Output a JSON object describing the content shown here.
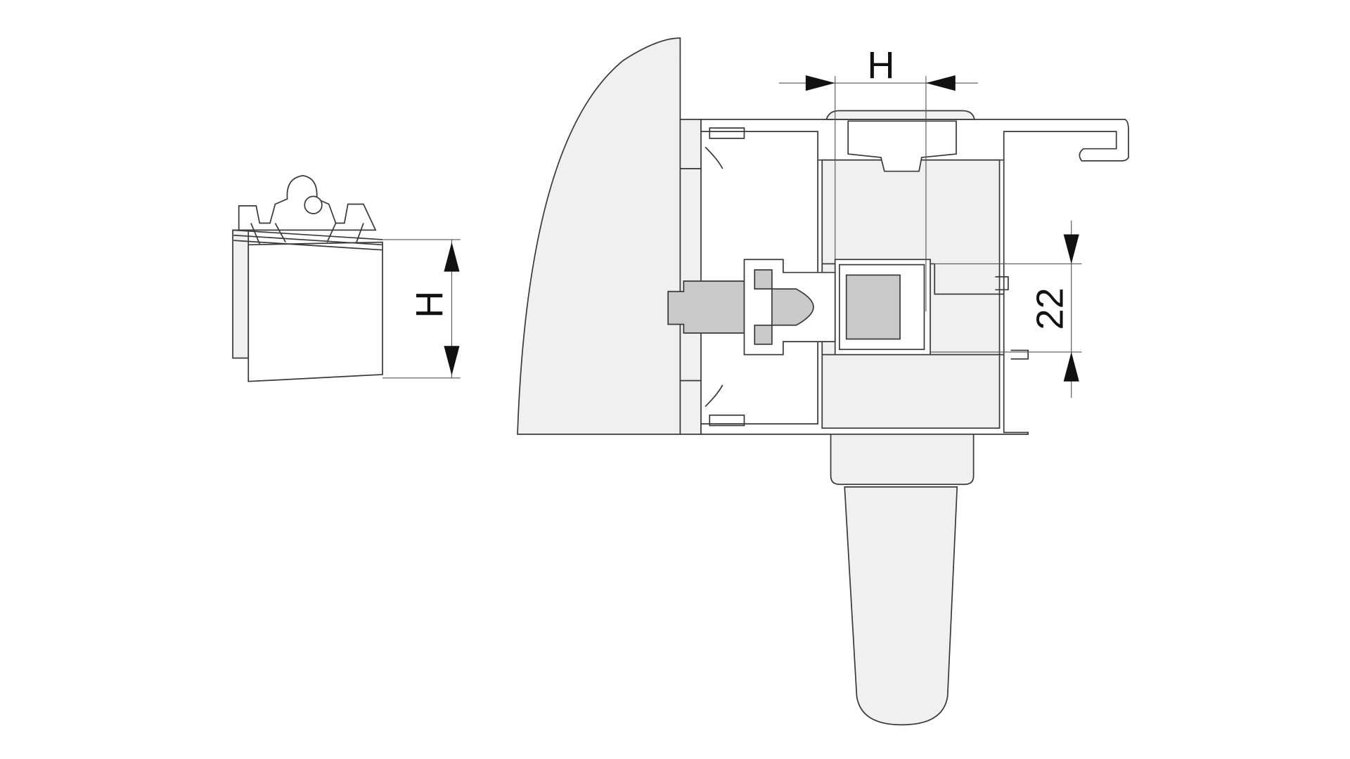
{
  "clip_view": {
    "dimension_label": "H"
  },
  "section_view": {
    "top_dimension_label": "H",
    "side_dimension_label": "22"
  }
}
